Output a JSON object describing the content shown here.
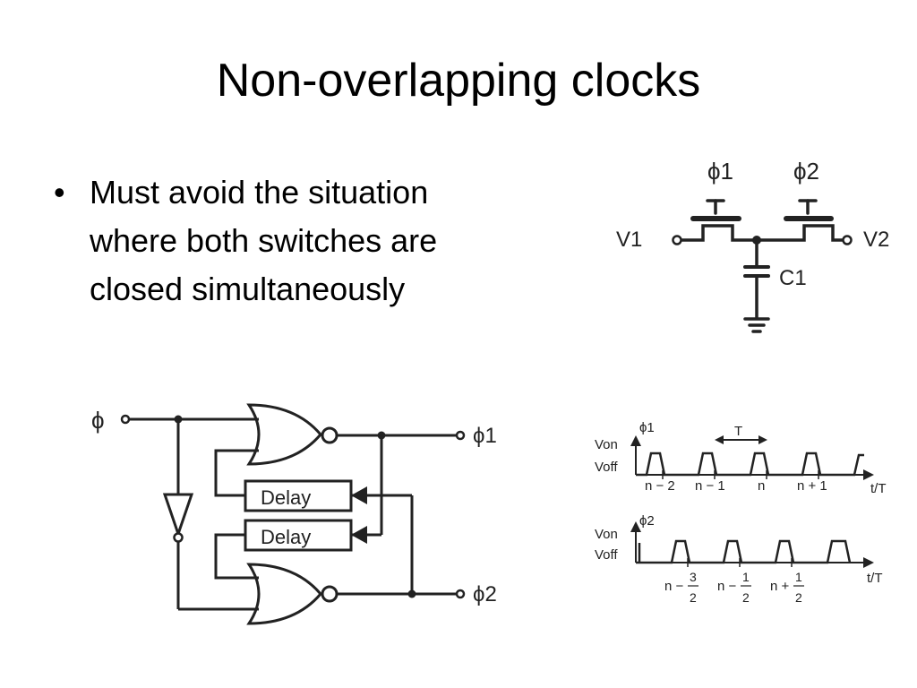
{
  "slide": {
    "title": "Non-overlapping clocks",
    "bullets": [
      {
        "marker": "•",
        "text": "Must avoid the situation where both switches are closed simultaneously"
      }
    ]
  },
  "switch_circuit": {
    "phi1": "ϕ1",
    "phi2": "ϕ2",
    "v1": "V1",
    "v2": "V2",
    "c1": "C1"
  },
  "generator": {
    "input": "ϕ",
    "out1": "ϕ1",
    "out2": "ϕ2",
    "delay_top": "Delay",
    "delay_bottom": "Delay"
  },
  "waveforms": {
    "top": {
      "signal": "ϕ1",
      "von": "Von",
      "voff": "Voff",
      "period": "T",
      "axis": "t/T",
      "ticks": [
        "n − 2",
        "n − 1",
        "n",
        "n + 1"
      ]
    },
    "bottom": {
      "signal": "ϕ2",
      "von": "Von",
      "voff": "Voff",
      "axis": "t/T",
      "ticks": [
        {
          "prefix": "n −",
          "num": "3",
          "den": "2"
        },
        {
          "prefix": "n −",
          "num": "1",
          "den": "2"
        },
        {
          "prefix": "n +",
          "num": "1",
          "den": "2"
        }
      ]
    }
  }
}
